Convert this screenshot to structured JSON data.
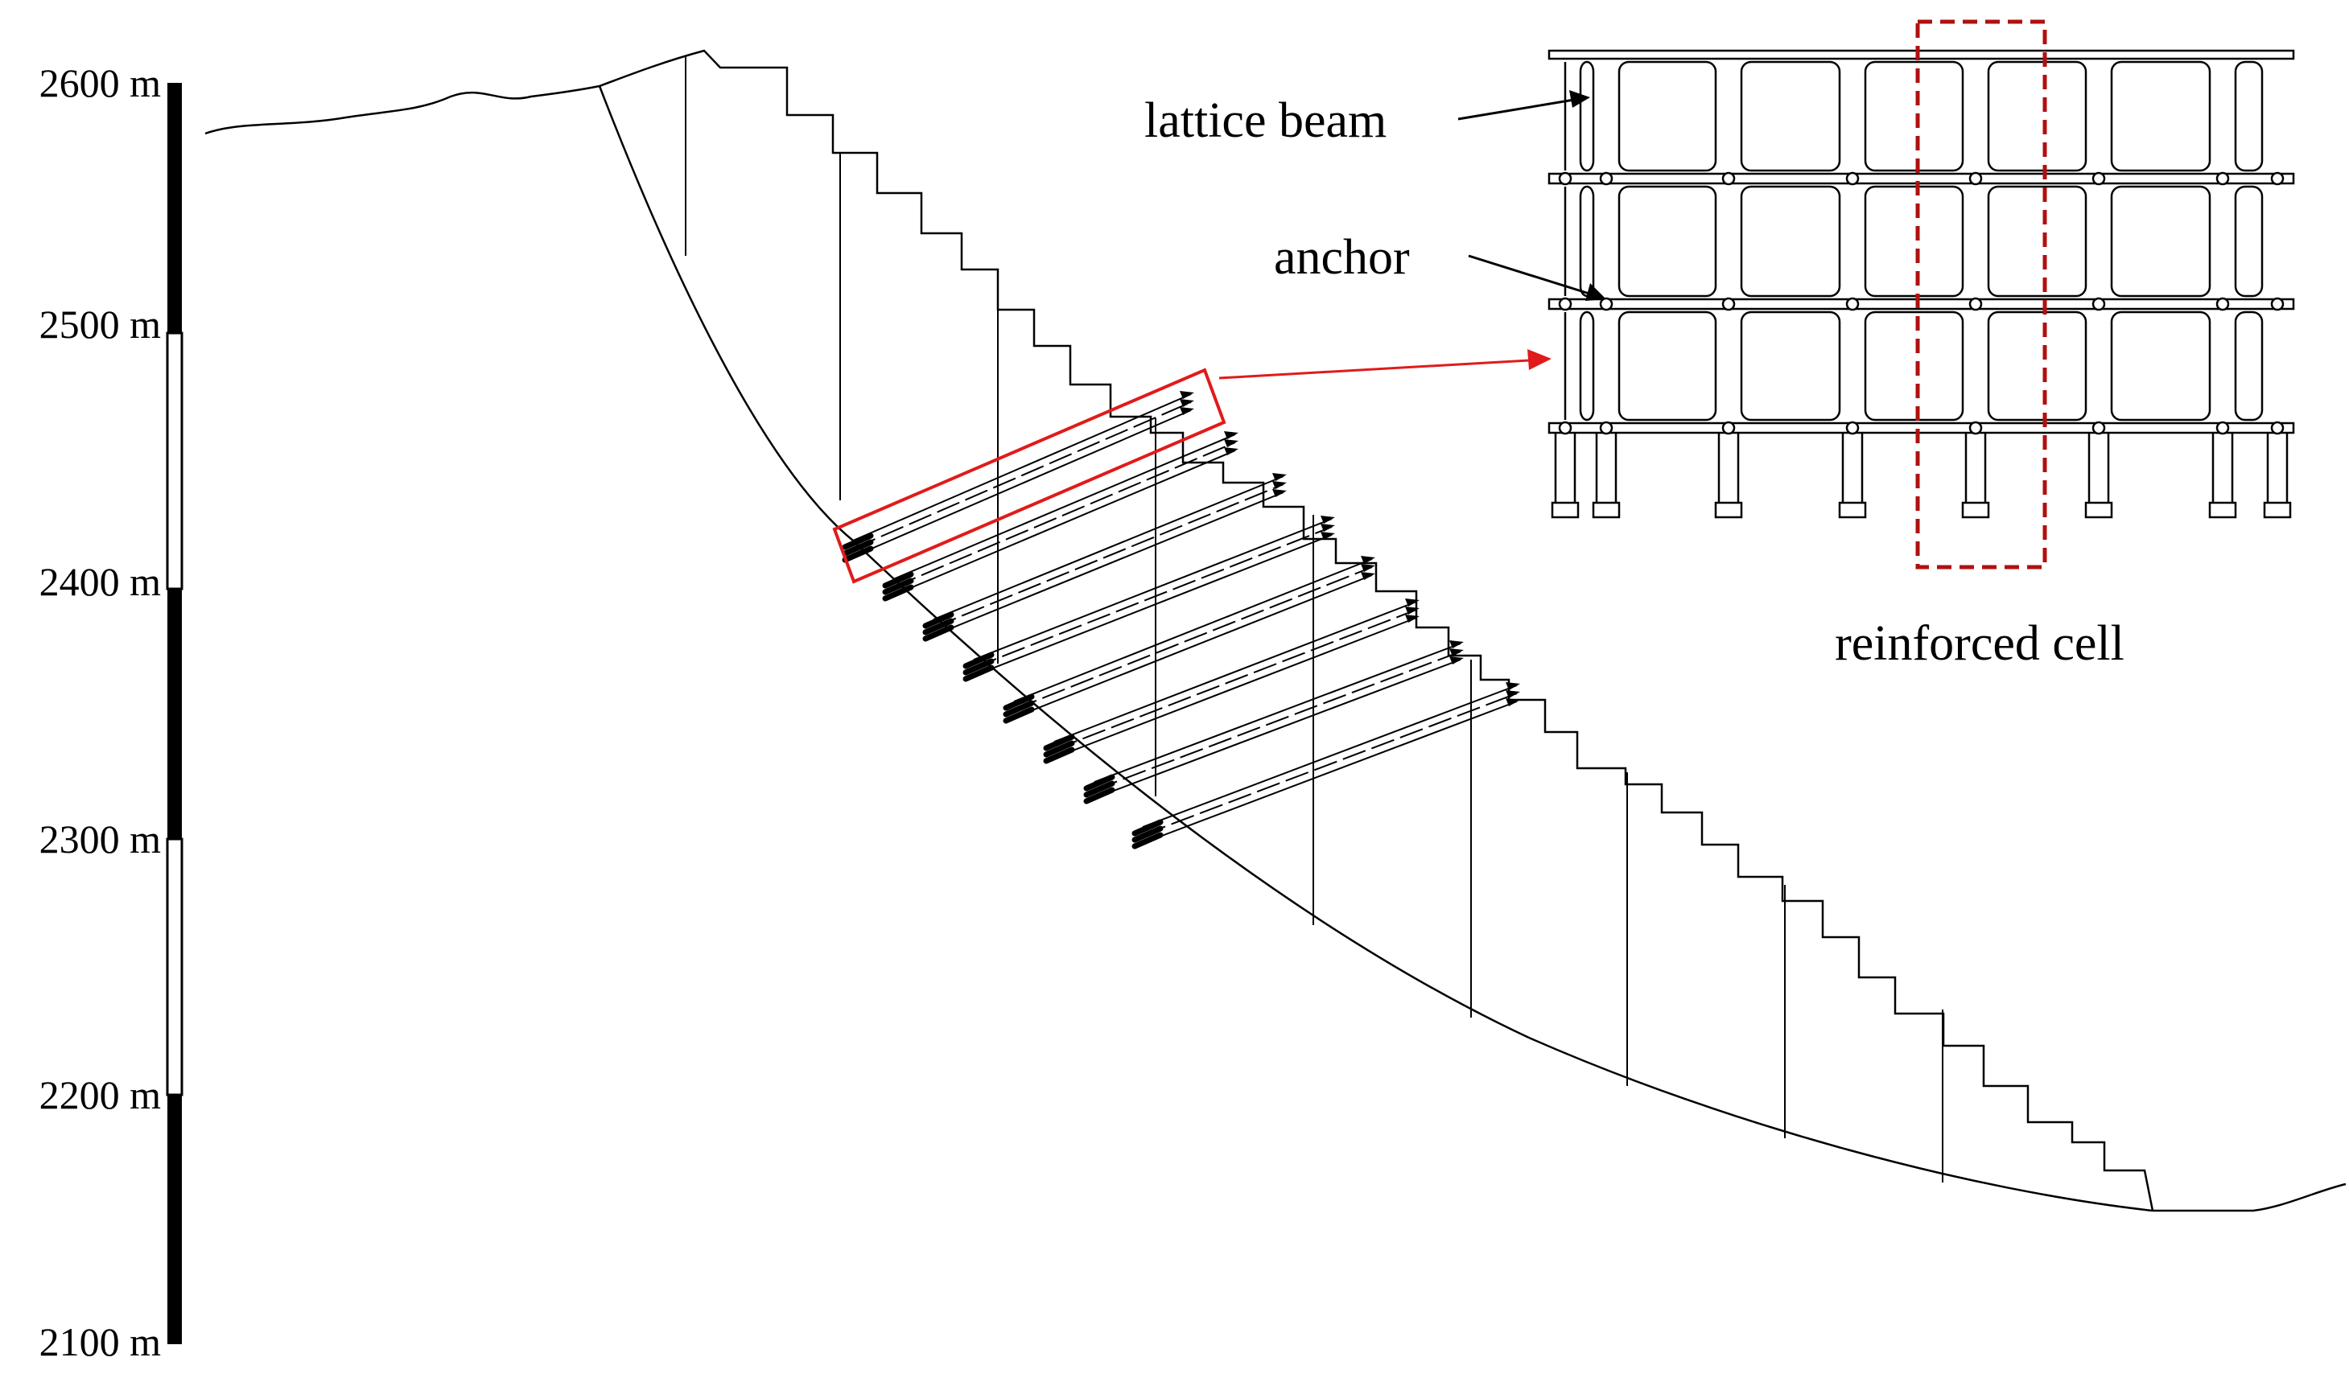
{
  "elevation_scale": {
    "labels": [
      "2600 m",
      "2500 m",
      "2400 m",
      "2300 m",
      "2200 m",
      "2100 m"
    ]
  },
  "labels": {
    "lattice_beam": "lattice beam",
    "anchor": "anchor",
    "reinforced_cell": "reinforced cell"
  },
  "colors": {
    "line": "#000000",
    "highlight": "#e01b1b",
    "reinforced_cell_box": "#b01010",
    "background": "#ffffff"
  }
}
